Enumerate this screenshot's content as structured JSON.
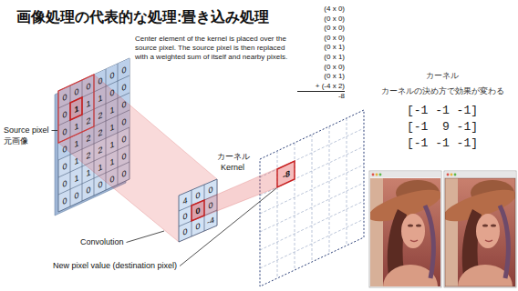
{
  "diagram": {
    "title": "画像処理の代表的な処理:畳き込み処理",
    "labels": [
      "Center element of the kernel is placed over the source pixel. The source pixel is then replaced with a weighted sum of itself and nearby pixels.",
      "(4 x 0)",
      "(0 x 0)",
      "(0 x 0)",
      "(0 x 0)",
      "(0 x 1)",
      "(0 x 1)",
      "(0 x 0)",
      "(0 x 1)",
      "+ (-4 x 2)",
      "-8",
      "Source pixel",
      "元画像",
      "0",
      "0",
      "0",
      "0",
      "0",
      "0",
      "0",
      "1",
      "1",
      "1",
      "0",
      "0",
      "0",
      "1",
      "2",
      "2",
      "1",
      "0",
      "0",
      "1",
      "2",
      "2",
      "1",
      "0",
      "0",
      "1",
      "2",
      "2",
      "1",
      "0",
      "0",
      "1",
      "1",
      "1",
      "1",
      "0",
      "0",
      "0",
      "0",
      "0",
      "0",
      "0",
      "カーネル",
      "Kernel",
      "4",
      "0",
      "0",
      "0",
      "0",
      "0",
      "0",
      "0",
      "-4",
      "-8",
      "Convolution",
      "New pixel value (destination pixel)",
      "カーネル",
      "カーネルの決め方で効果が変わる",
      "[-1 -1 -1]",
      "[-1  9 -1]",
      "[-1 -1 -1]"
    ]
  }
}
